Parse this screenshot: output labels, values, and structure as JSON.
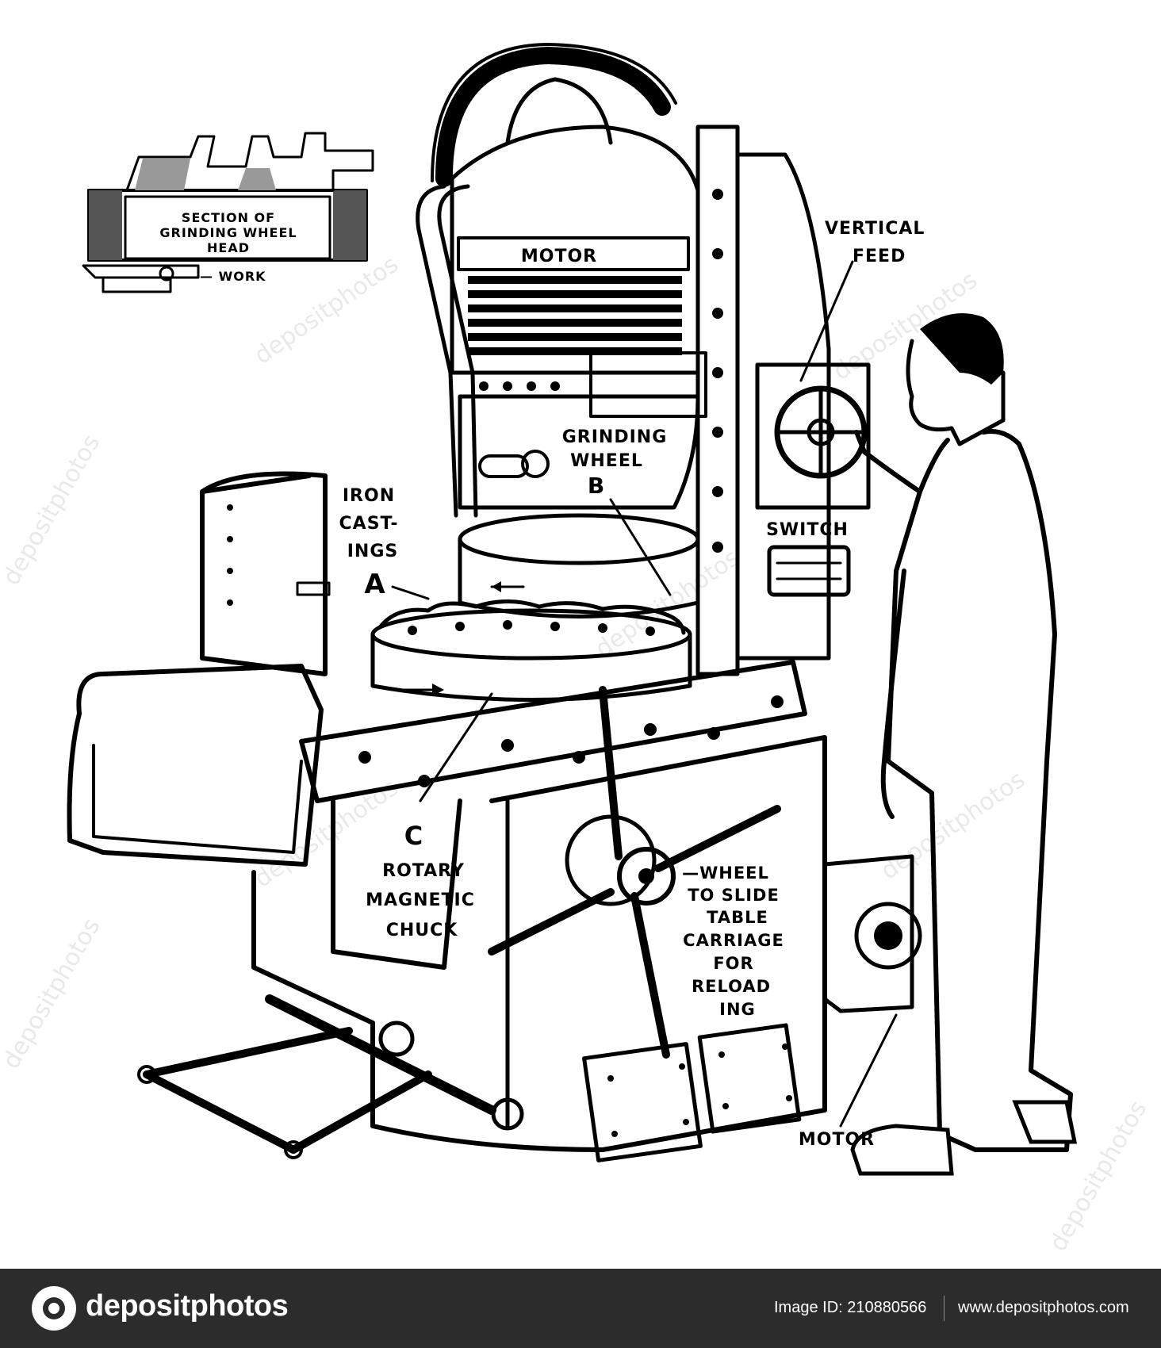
{
  "labels": {
    "section_line1": "SECTION OF",
    "section_line2": "GRINDING WHEEL",
    "section_line3": "HEAD",
    "work": "— WORK",
    "motor_top": "MOTOR",
    "vertical_feed_1": "VERTICAL",
    "vertical_feed_2": "FEED",
    "grinding_wheel_1": "GRINDING",
    "grinding_wheel_2": "WHEEL",
    "letter_b": "B",
    "iron_1": "IRON",
    "iron_2": "CAST-",
    "iron_3": "INGS",
    "letter_a": "A",
    "switch": "SWITCH",
    "letter_c": "C",
    "rotary_1": "ROTARY",
    "rotary_2": "MAGNETIC",
    "rotary_3": "CHUCK",
    "wheel_1": "—WHEEL",
    "wheel_2": "TO SLIDE",
    "wheel_3": "TABLE",
    "wheel_4": "CARRIAGE",
    "wheel_5": "FOR",
    "wheel_6": "RELOAD",
    "wheel_7": "ING",
    "motor_bottom": "MOTOR"
  },
  "watermark": "depositphotos",
  "footer": {
    "brand": "depositphotos",
    "image_id": "Image ID: 210880566",
    "url": "www.depositphotos.com"
  }
}
